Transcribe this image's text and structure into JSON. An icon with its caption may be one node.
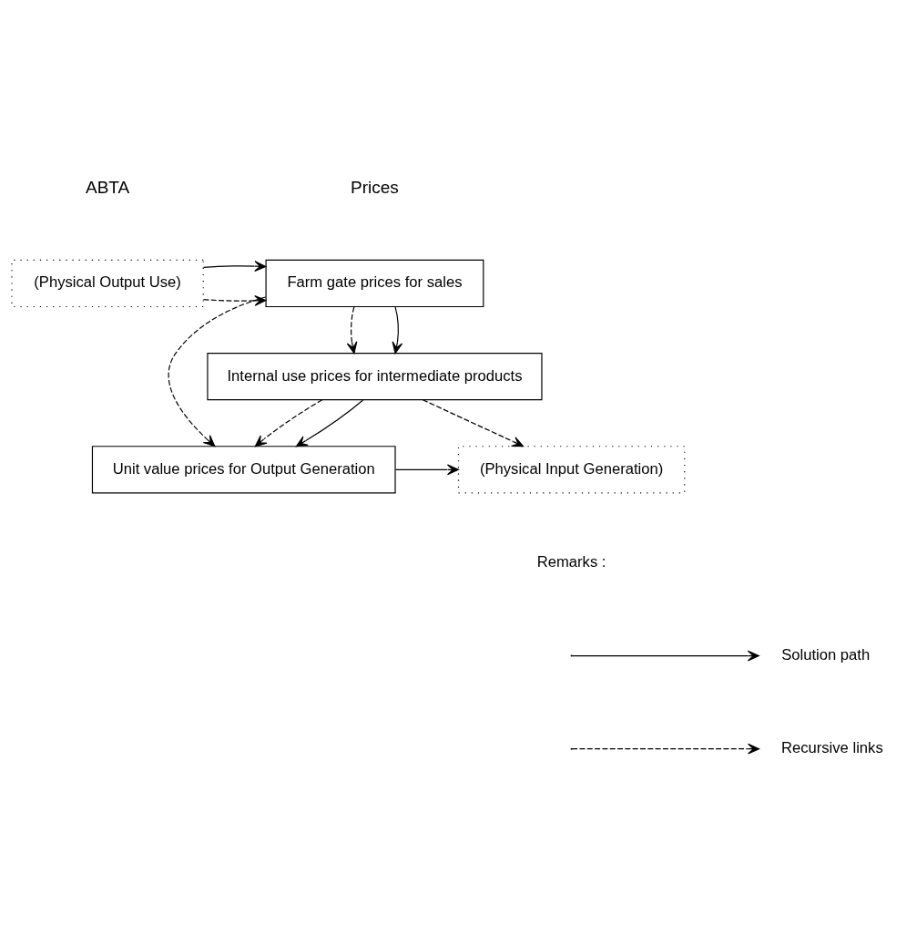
{
  "diagram": {
    "nodes": [
      {
        "text": [
          "(Physical Output Use)"
        ]
      },
      {
        "text": [
          "Farm gate prices for sales"
        ]
      },
      {
        "text": [
          "Internal use prices for intermediate products"
        ]
      },
      {
        "text": [
          "Unit value prices for Output Generation"
        ]
      },
      {
        "text": [
          "(Physical Input Generation)"
        ]
      }
    ],
    "edges": [
      {
        "from": 0,
        "to": 1,
        "arrow": "to",
        "style": "dashed"
      },
      {
        "from": 0,
        "to": 1,
        "arrow": "to"
      },
      {
        "from": 1,
        "to": 2,
        "arrow": "to",
        "style": "dashed"
      },
      {
        "from": 1,
        "to": 2,
        "arrow": "to"
      },
      {
        "from": 2,
        "to": 4,
        "arrow": "to",
        "style": "dashed"
      },
      {
        "from": 1,
        "to": 3,
        "arrow": "to",
        "style": "dashed"
      },
      {
        "from": 2,
        "to": 3,
        "arrow": "to",
        "style": "dashed"
      },
      {
        "from": 2,
        "to": 3,
        "arrow": "to"
      },
      {
        "from": 3,
        "to": 4,
        "arrow": "to"
      }
    ],
    "labels": [
      "ABTA",
      "Prices",
      "Remarks :"
    ],
    "legend": [
      {
        "text": "Solution path"
      },
      {
        "text": "Recursive links"
      }
    ]
  }
}
